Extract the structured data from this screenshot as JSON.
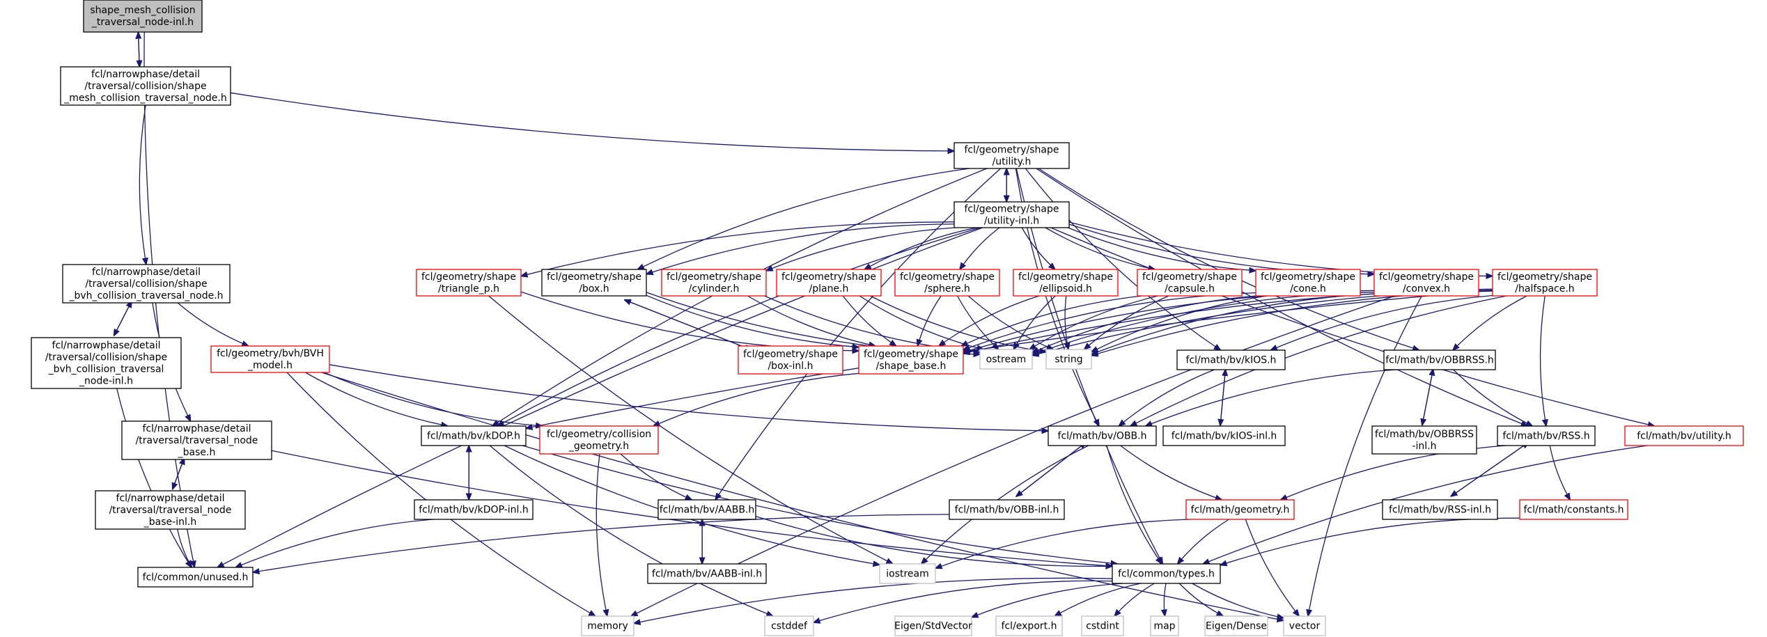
{
  "colors": {
    "edge": "#191970",
    "border_black": "#000000",
    "border_red": "#ff0000",
    "border_gray": "#bfbfbf",
    "current_fill": "#bfbfbf"
  },
  "nodes": [
    {
      "id": "root",
      "lines": [
        "shape_mesh_collision",
        "_traversal_node-inl.h"
      ],
      "style": "current"
    },
    {
      "id": "smctn",
      "lines": [
        "fcl/narrowphase/detail",
        "/traversal/collision/shape",
        "_mesh_collision_traversal_node.h"
      ],
      "style": "black"
    },
    {
      "id": "util",
      "lines": [
        "fcl/geometry/shape",
        "/utility.h"
      ],
      "style": "black"
    },
    {
      "id": "utilinl",
      "lines": [
        "fcl/geometry/shape",
        "/utility-inl.h"
      ],
      "style": "black"
    },
    {
      "id": "sbctn",
      "lines": [
        "fcl/narrowphase/detail",
        "/traversal/collision/shape",
        "_bvh_collision_traversal_node.h"
      ],
      "style": "black"
    },
    {
      "id": "sbctninl",
      "lines": [
        "fcl/narrowphase/detail",
        "/traversal/collision/shape",
        "_bvh_collision_traversal",
        "_node-inl.h"
      ],
      "style": "black"
    },
    {
      "id": "tnb",
      "lines": [
        "fcl/narrowphase/detail",
        "/traversal/traversal_node",
        "_base.h"
      ],
      "style": "black"
    },
    {
      "id": "tnbinl",
      "lines": [
        "fcl/narrowphase/detail",
        "/traversal/traversal_node",
        "_base-inl.h"
      ],
      "style": "black"
    },
    {
      "id": "unused",
      "lines": [
        "fcl/common/unused.h"
      ],
      "style": "black"
    },
    {
      "id": "bvhmodel",
      "lines": [
        "fcl/geometry/bvh/BVH",
        "_model.h"
      ],
      "style": "red"
    },
    {
      "id": "tri",
      "lines": [
        "fcl/geometry/shape",
        "/triangle_p.h"
      ],
      "style": "red"
    },
    {
      "id": "box",
      "lines": [
        "fcl/geometry/shape",
        "/box.h"
      ],
      "style": "black"
    },
    {
      "id": "cyl",
      "lines": [
        "fcl/geometry/shape",
        "/cylinder.h"
      ],
      "style": "red"
    },
    {
      "id": "plane",
      "lines": [
        "fcl/geometry/shape",
        "/plane.h"
      ],
      "style": "red"
    },
    {
      "id": "sphere",
      "lines": [
        "fcl/geometry/shape",
        "/sphere.h"
      ],
      "style": "red"
    },
    {
      "id": "ellip",
      "lines": [
        "fcl/geometry/shape",
        "/ellipsoid.h"
      ],
      "style": "red"
    },
    {
      "id": "caps",
      "lines": [
        "fcl/geometry/shape",
        "/capsule.h"
      ],
      "style": "red"
    },
    {
      "id": "cone",
      "lines": [
        "fcl/geometry/shape",
        "/cone.h"
      ],
      "style": "red"
    },
    {
      "id": "convex",
      "lines": [
        "fcl/geometry/shape",
        "/convex.h"
      ],
      "style": "red"
    },
    {
      "id": "half",
      "lines": [
        "fcl/geometry/shape",
        "/halfspace.h"
      ],
      "style": "red"
    },
    {
      "id": "boxinl",
      "lines": [
        "fcl/geometry/shape",
        "/box-inl.h"
      ],
      "style": "red"
    },
    {
      "id": "shapebase",
      "lines": [
        "fcl/geometry/shape",
        "/shape_base.h"
      ],
      "style": "red"
    },
    {
      "id": "ostream",
      "lines": [
        "ostream"
      ],
      "style": "gray"
    },
    {
      "id": "string",
      "lines": [
        "string"
      ],
      "style": "gray"
    },
    {
      "id": "kios",
      "lines": [
        "fcl/math/bv/kIOS.h"
      ],
      "style": "black"
    },
    {
      "id": "kiosinl",
      "lines": [
        "fcl/math/bv/kIOS-inl.h"
      ],
      "style": "black"
    },
    {
      "id": "obbrss",
      "lines": [
        "fcl/math/bv/OBBRSS.h"
      ],
      "style": "black"
    },
    {
      "id": "obbrssinl",
      "lines": [
        "fcl/math/bv/OBBRSS",
        "-inl.h"
      ],
      "style": "black"
    },
    {
      "id": "rss",
      "lines": [
        "fcl/math/bv/RSS.h"
      ],
      "style": "black"
    },
    {
      "id": "rssinl",
      "lines": [
        "fcl/math/bv/RSS-inl.h"
      ],
      "style": "black"
    },
    {
      "id": "mathutil",
      "lines": [
        "fcl/math/bv/utility.h"
      ],
      "style": "red"
    },
    {
      "id": "kdop",
      "lines": [
        "fcl/math/bv/kDOP.h"
      ],
      "style": "black"
    },
    {
      "id": "kdopinl",
      "lines": [
        "fcl/math/bv/kDOP-inl.h"
      ],
      "style": "black"
    },
    {
      "id": "collgeo",
      "lines": [
        "fcl/geometry/collision",
        "_geometry.h"
      ],
      "style": "red"
    },
    {
      "id": "obb",
      "lines": [
        "fcl/math/bv/OBB.h"
      ],
      "style": "black"
    },
    {
      "id": "obbinl",
      "lines": [
        "fcl/math/bv/OBB-inl.h"
      ],
      "style": "black"
    },
    {
      "id": "aabb",
      "lines": [
        "fcl/math/bv/AABB.h"
      ],
      "style": "black"
    },
    {
      "id": "aabbinl",
      "lines": [
        "fcl/math/bv/AABB-inl.h"
      ],
      "style": "black"
    },
    {
      "id": "mathgeo",
      "lines": [
        "fcl/math/geometry.h"
      ],
      "style": "red"
    },
    {
      "id": "constants",
      "lines": [
        "fcl/math/constants.h"
      ],
      "style": "red"
    },
    {
      "id": "types",
      "lines": [
        "fcl/common/types.h"
      ],
      "style": "black"
    },
    {
      "id": "iostream",
      "lines": [
        "iostream"
      ],
      "style": "gray"
    },
    {
      "id": "memory",
      "lines": [
        "memory"
      ],
      "style": "gray"
    },
    {
      "id": "cstddef",
      "lines": [
        "cstddef"
      ],
      "style": "gray"
    },
    {
      "id": "eigenstd",
      "lines": [
        "Eigen/StdVector"
      ],
      "style": "gray"
    },
    {
      "id": "export",
      "lines": [
        "fcl/export.h"
      ],
      "style": "gray"
    },
    {
      "id": "cstdint",
      "lines": [
        "cstdint"
      ],
      "style": "gray"
    },
    {
      "id": "map",
      "lines": [
        "map"
      ],
      "style": "gray"
    },
    {
      "id": "eigendense",
      "lines": [
        "Eigen/Dense"
      ],
      "style": "gray"
    },
    {
      "id": "vector",
      "lines": [
        "vector"
      ],
      "style": "gray"
    }
  ],
  "edges": [
    [
      "root",
      "smctn"
    ],
    [
      "root",
      "unused"
    ],
    [
      "smctn",
      "root"
    ],
    [
      "smctn",
      "util"
    ],
    [
      "smctn",
      "sbctn"
    ],
    [
      "util",
      "utilinl"
    ],
    [
      "util",
      "box"
    ],
    [
      "util",
      "kdop"
    ],
    [
      "util",
      "aabb"
    ],
    [
      "util",
      "obb"
    ],
    [
      "util",
      "kios"
    ],
    [
      "util",
      "obbrss"
    ],
    [
      "util",
      "rss"
    ],
    [
      "util",
      "types"
    ],
    [
      "utilinl",
      "util"
    ],
    [
      "utilinl",
      "tri"
    ],
    [
      "utilinl",
      "box"
    ],
    [
      "utilinl",
      "cyl"
    ],
    [
      "utilinl",
      "plane"
    ],
    [
      "utilinl",
      "sphere"
    ],
    [
      "utilinl",
      "ellip"
    ],
    [
      "utilinl",
      "caps"
    ],
    [
      "utilinl",
      "cone"
    ],
    [
      "utilinl",
      "convex"
    ],
    [
      "utilinl",
      "half"
    ],
    [
      "utilinl",
      "mathutil"
    ],
    [
      "utilinl",
      "unused"
    ],
    [
      "utilinl",
      "kdop"
    ],
    [
      "sbctn",
      "sbctninl"
    ],
    [
      "sbctn",
      "tnb"
    ],
    [
      "sbctn",
      "bvhmodel"
    ],
    [
      "sbctninl",
      "sbctn"
    ],
    [
      "sbctninl",
      "unused"
    ],
    [
      "tnb",
      "tnbinl"
    ],
    [
      "tnb",
      "types"
    ],
    [
      "tnbinl",
      "tnb"
    ],
    [
      "tnbinl",
      "unused"
    ],
    [
      "bvhmodel",
      "collgeo"
    ],
    [
      "bvhmodel",
      "kdop"
    ],
    [
      "bvhmodel",
      "obb"
    ],
    [
      "bvhmodel",
      "memory"
    ],
    [
      "bvhmodel",
      "vector"
    ],
    [
      "tri",
      "shapebase"
    ],
    [
      "tri",
      "iostream"
    ],
    [
      "box",
      "boxinl"
    ],
    [
      "box",
      "shapebase"
    ],
    [
      "box",
      "ostream"
    ],
    [
      "boxinl",
      "box"
    ],
    [
      "cyl",
      "shapebase"
    ],
    [
      "cyl",
      "ostream"
    ],
    [
      "plane",
      "shapebase"
    ],
    [
      "plane",
      "ostream"
    ],
    [
      "plane",
      "string"
    ],
    [
      "sphere",
      "shapebase"
    ],
    [
      "sphere",
      "ostream"
    ],
    [
      "sphere",
      "string"
    ],
    [
      "ellip",
      "shapebase"
    ],
    [
      "ellip",
      "ostream"
    ],
    [
      "ellip",
      "string"
    ],
    [
      "caps",
      "shapebase"
    ],
    [
      "caps",
      "ostream"
    ],
    [
      "caps",
      "string"
    ],
    [
      "cone",
      "shapebase"
    ],
    [
      "cone",
      "ostream"
    ],
    [
      "cone",
      "string"
    ],
    [
      "convex",
      "shapebase"
    ],
    [
      "convex",
      "ostream"
    ],
    [
      "convex",
      "string"
    ],
    [
      "convex",
      "vector"
    ],
    [
      "convex",
      "memory"
    ],
    [
      "half",
      "shapebase"
    ],
    [
      "half",
      "ostream"
    ],
    [
      "half",
      "string"
    ],
    [
      "half",
      "obbrss"
    ],
    [
      "half",
      "rss"
    ],
    [
      "half",
      "kdop"
    ],
    [
      "half",
      "obb"
    ],
    [
      "half",
      "kios"
    ],
    [
      "shapebase",
      "collgeo"
    ],
    [
      "kios",
      "kiosinl"
    ],
    [
      "kios",
      "obb"
    ],
    [
      "kiosinl",
      "kios"
    ],
    [
      "obbrss",
      "obbrssinl"
    ],
    [
      "obbrss",
      "obb"
    ],
    [
      "obbrss",
      "rss"
    ],
    [
      "obbrssinl",
      "obbrss"
    ],
    [
      "rss",
      "rssinl"
    ],
    [
      "rss",
      "constants"
    ],
    [
      "rss",
      "mathgeo"
    ],
    [
      "rssinl",
      "rss"
    ],
    [
      "mathutil",
      "types"
    ],
    [
      "kdop",
      "kdopinl"
    ],
    [
      "kdop",
      "types"
    ],
    [
      "kdop",
      "cstddef"
    ],
    [
      "kdop",
      "iostream"
    ],
    [
      "kdopinl",
      "kdop"
    ],
    [
      "kdopinl",
      "unused"
    ],
    [
      "collgeo",
      "aabb"
    ],
    [
      "collgeo",
      "memory"
    ],
    [
      "obb",
      "obbinl"
    ],
    [
      "obb",
      "mathgeo"
    ],
    [
      "obb",
      "types"
    ],
    [
      "obb",
      "iostream"
    ],
    [
      "obbinl",
      "obb"
    ],
    [
      "obbinl",
      "unused"
    ],
    [
      "aabb",
      "aabbinl"
    ],
    [
      "aabb",
      "types"
    ],
    [
      "aabbinl",
      "aabb"
    ],
    [
      "mathgeo",
      "types"
    ],
    [
      "mathgeo",
      "iostream"
    ],
    [
      "mathgeo",
      "vector"
    ],
    [
      "constants",
      "types"
    ],
    [
      "types",
      "memory"
    ],
    [
      "types",
      "cstddef"
    ],
    [
      "types",
      "eigenstd"
    ],
    [
      "types",
      "export"
    ],
    [
      "types",
      "cstdint"
    ],
    [
      "types",
      "map"
    ],
    [
      "types",
      "eigendense"
    ],
    [
      "types",
      "vector"
    ]
  ]
}
